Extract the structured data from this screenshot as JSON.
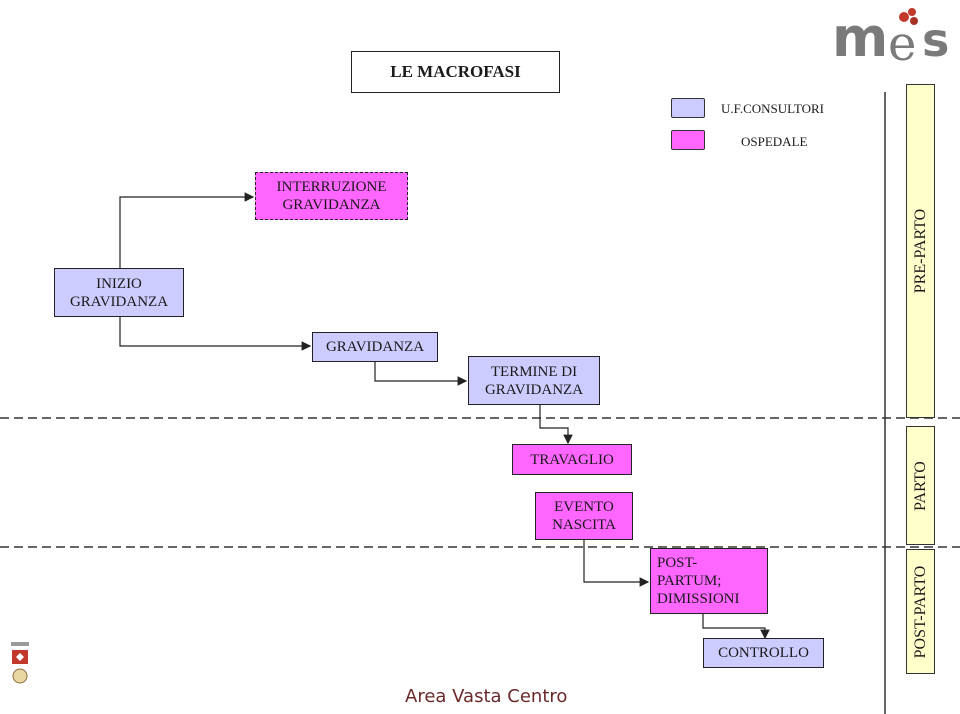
{
  "title": "LE MACROFASI",
  "legend": {
    "consultori_label": "U.F.CONSULTORI",
    "ospedale_label": "OSPEDALE",
    "consultori_color": "#ccccff",
    "ospedale_color": "#ff66ff"
  },
  "nodes": {
    "inizio": "INIZIO\nGRAVIDANZA",
    "interruzione": "INTERRUZIONE\nGRAVIDANZA",
    "gravidanza": "GRAVIDANZA",
    "termine": "TERMINE DI\nGRAVIDANZA",
    "travaglio": "TRAVAGLIO",
    "evento": "EVENTO\nNASCITA",
    "postpartum": "POST-\nPARTUM;\nDIMISSIONI",
    "controllo": "CONTROLLO"
  },
  "phases": {
    "pre": "PRE-PARTO",
    "parto": "PARTO",
    "post": "POST-PARTO"
  },
  "footer": "Area Vasta Centro",
  "logo": {
    "text": "mes",
    "icons": [
      "flower-icon",
      "regional-crest-icon"
    ]
  }
}
